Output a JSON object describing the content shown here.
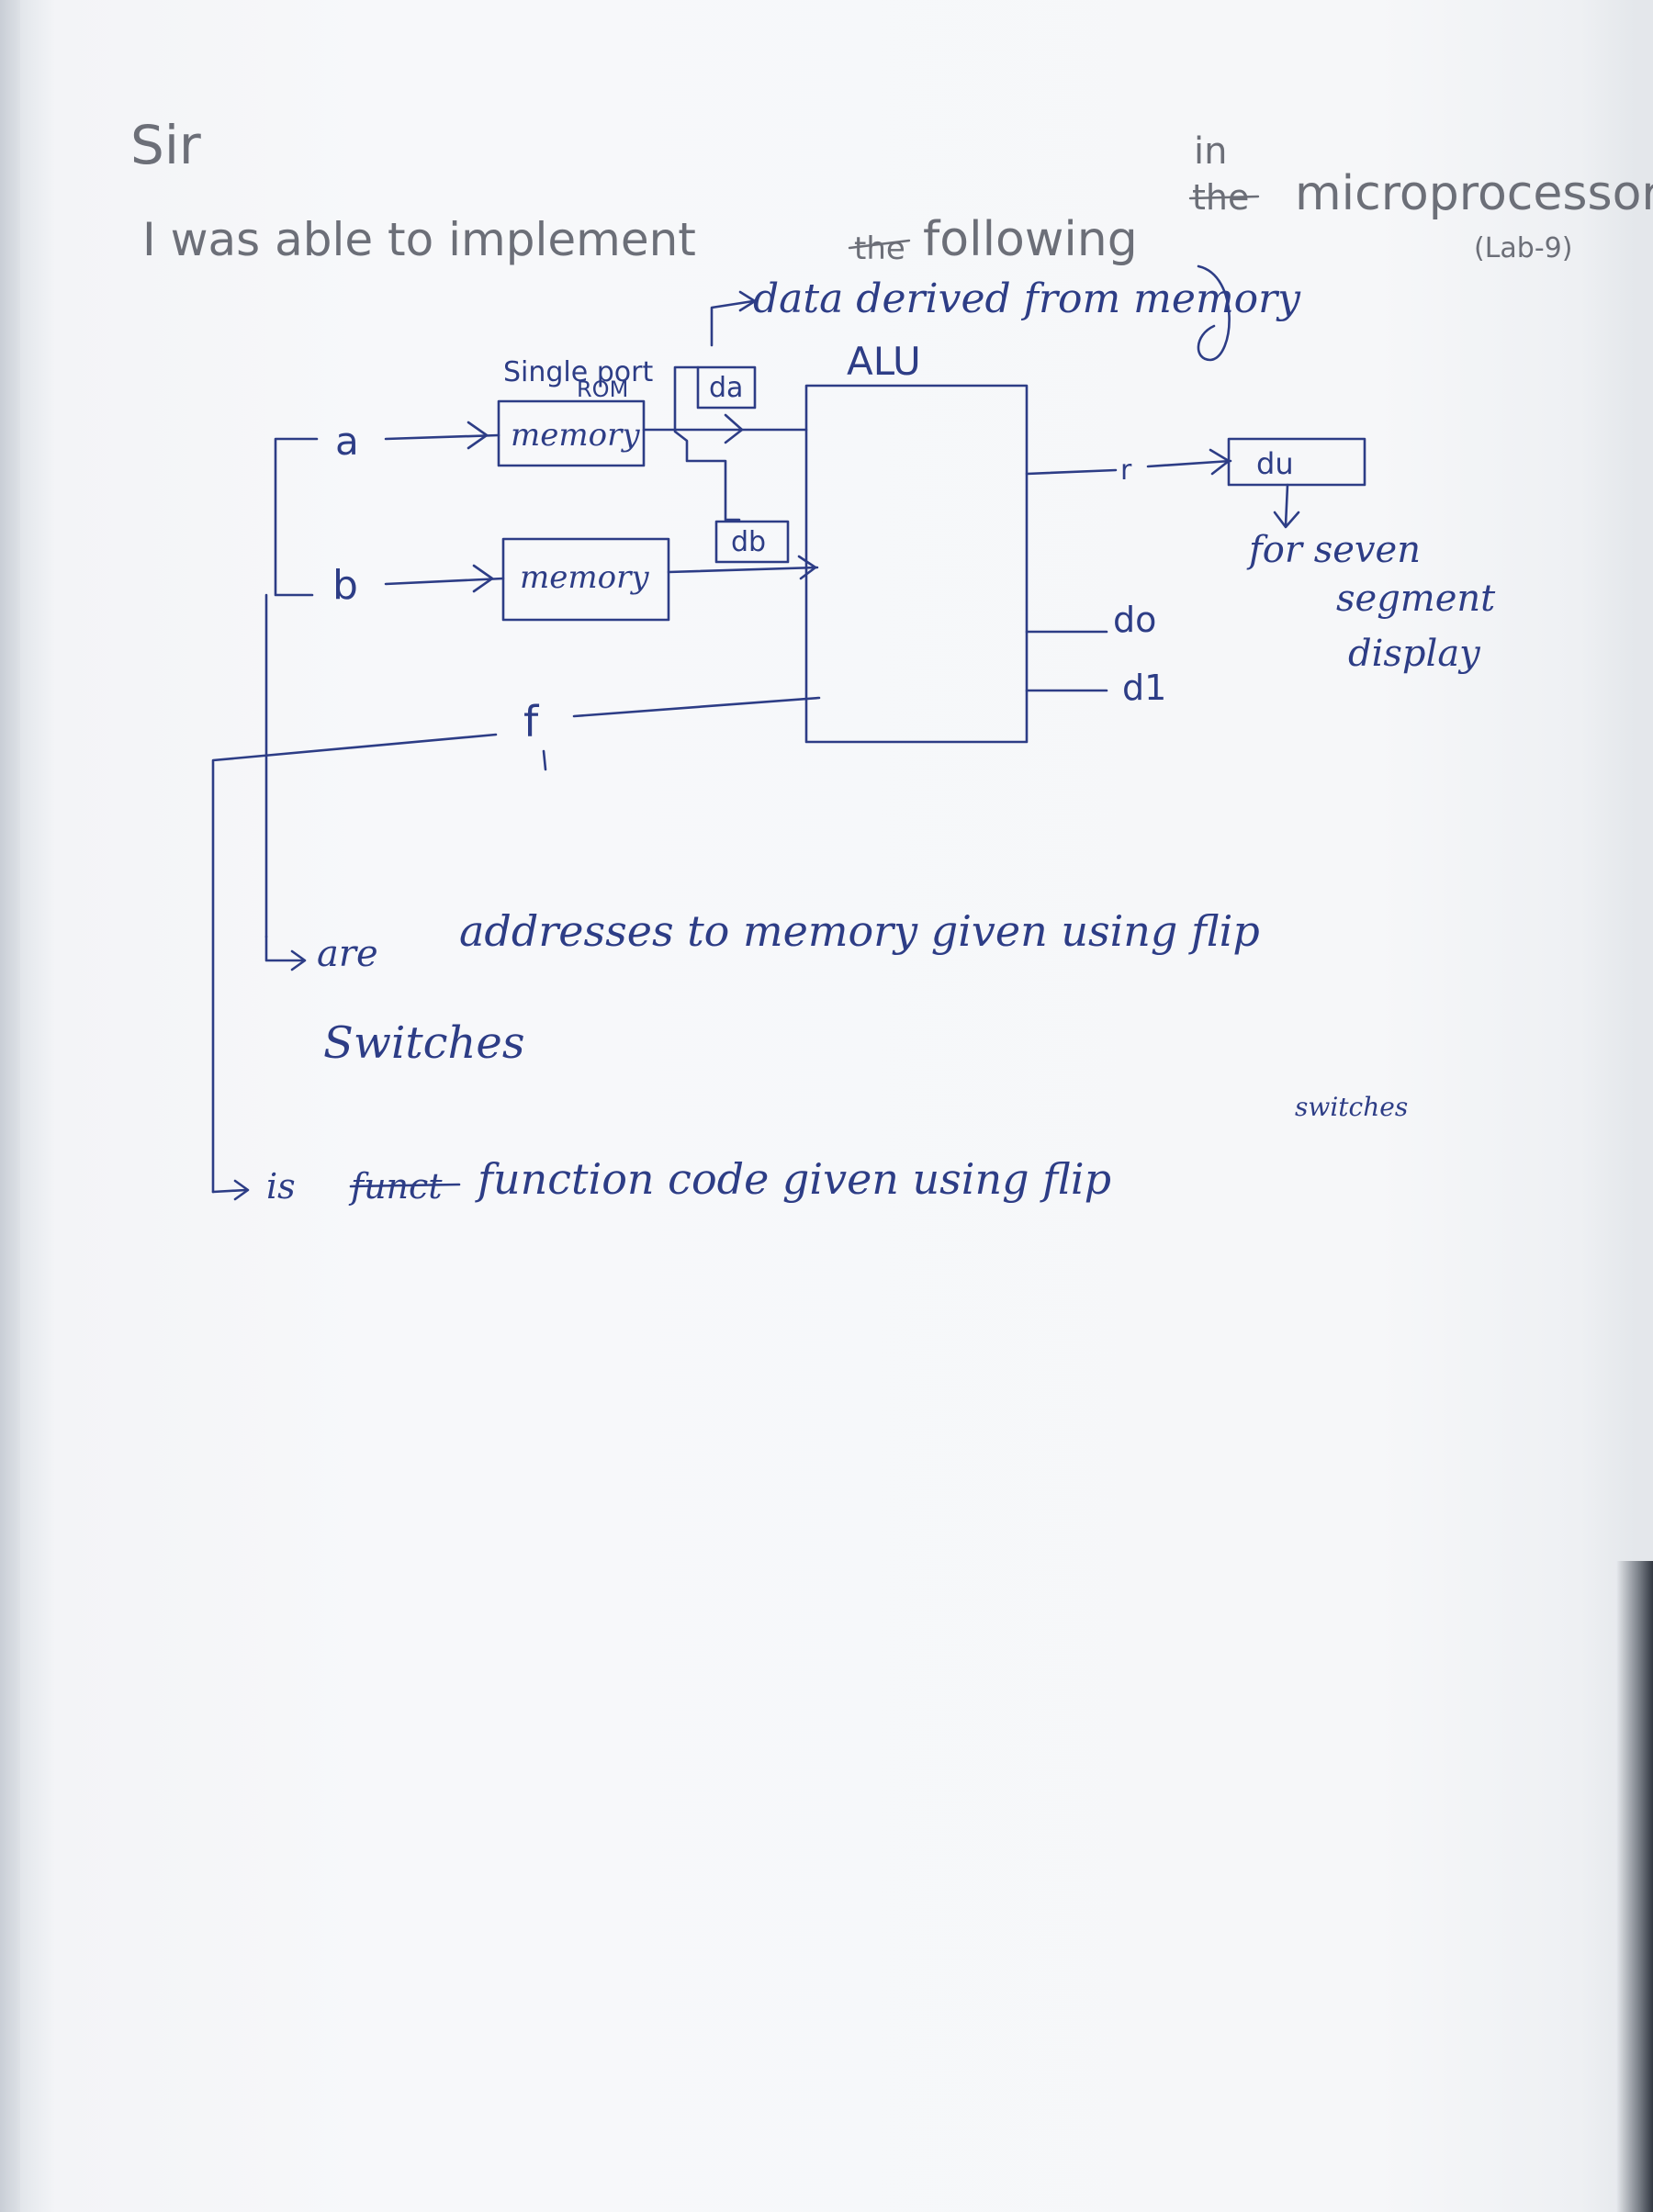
{
  "note": {
    "salutation": "Sir",
    "line1": "I was able to implement",
    "struck_word_1": "the",
    "line1_end": "following",
    "insert_in": "in",
    "struck_word_2": "the",
    "line1_tail": "microprocessor,",
    "lab_ref": "(Lab-9)",
    "annotation_data": "data derived from memory"
  },
  "diagram": {
    "rom_label_1": "Single port",
    "rom_label_2": "ROM",
    "alu_label": "ALU",
    "memory_a": "memory",
    "memory_b": "memory",
    "input_a": "a",
    "input_b": "b",
    "input_f": "f",
    "bus_da": "da",
    "bus_db": "db",
    "output_r": "r",
    "output_du": "du",
    "output_d0": "do",
    "output_d1": "d1",
    "seven_seg_1": "for seven",
    "seven_seg_2": "segment",
    "seven_seg_3": "display"
  },
  "explanations": {
    "ab_line1_prefix": "are",
    "ab_line1_rest": "addresses to memory given using flip",
    "ab_line2": "Switches",
    "f_prefix": "is",
    "f_struck": "funct",
    "f_rest": "function code given using flip",
    "f_tail": "switches"
  }
}
